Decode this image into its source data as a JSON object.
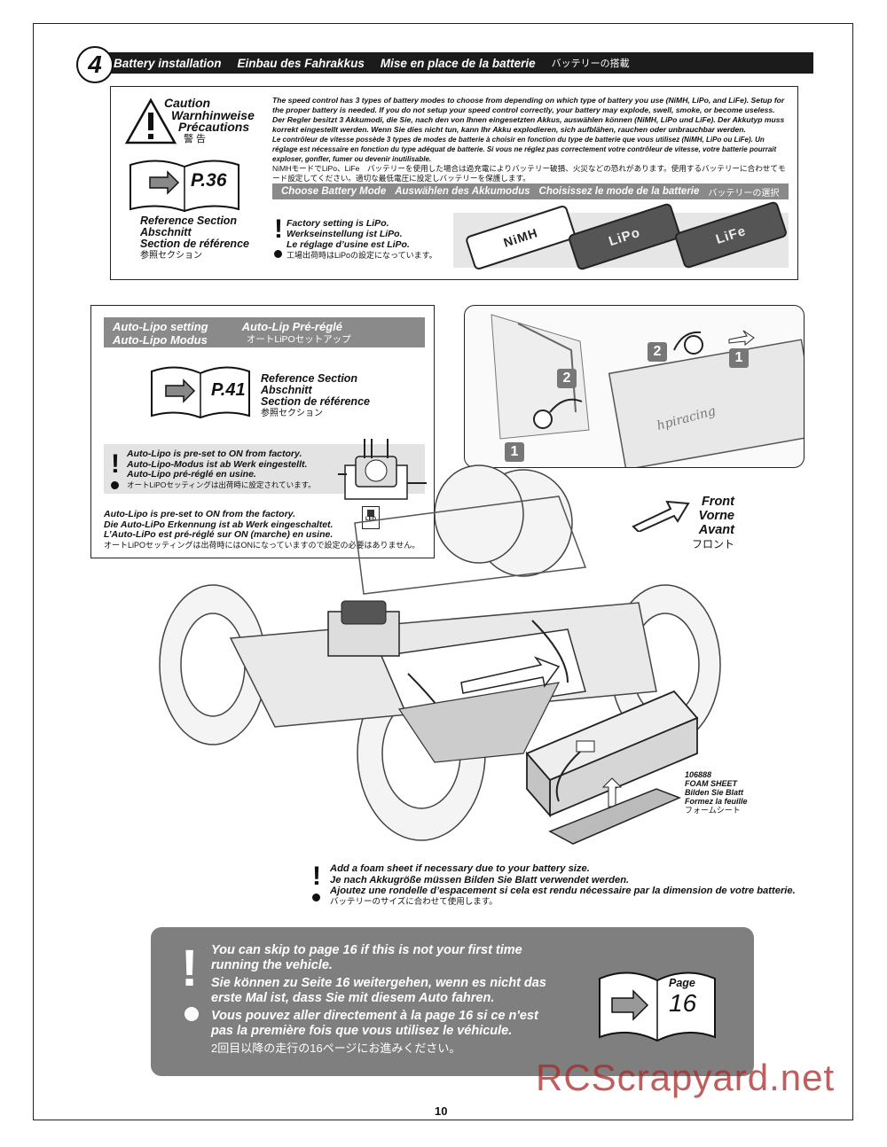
{
  "step": {
    "number": "4",
    "title_en": "Battery installation",
    "title_de": "Einbau des Fahrakkus",
    "title_fr": "Mise en place de la batterie",
    "title_jp": "バッテリーの搭載"
  },
  "caution": {
    "en": "Caution",
    "de": "Warnhinweise",
    "fr": "Précautions",
    "jp": "警 告"
  },
  "ref1": {
    "page": "P.36",
    "en": "Reference Section",
    "de": "Abschnitt",
    "fr": "Section de référence",
    "jp": "参照セクション"
  },
  "battery_text": {
    "en": "The speed control has 3 types of battery modes to choose from depending on which type of battery you use (NiMH, LiPo, and LiFe). Setup for the proper battery is needed. If you do not setup your speed control correctly, your battery may explode, swell, smoke, or become useless.",
    "de": "Der Regler besitzt 3 Akkumodi, die Sie, nach den von Ihnen eingesetzten Akkus, auswählen können (NiMH, LiPo und LiFe). Der Akkutyp muss korrekt eingestellt werden. Wenn Sie dies nicht tun, kann Ihr Akku explodieren, sich aufblähen, rauchen oder unbrauchbar werden.",
    "fr": "Le contrôleur de vitesse possède 3 types de modes de batterie à choisir en fonction du type de batterie que vous utilisez (NiMH, LiPo ou LiFe). Un réglage est nécessaire en fonction du type adéquat de batterie. Si vous ne réglez pas correctement votre contrôleur de vitesse, votre batterie pourrait exploser, gonfler, fumer ou devenir inutilisable.",
    "jp": "NiMHモードでLiPo、LiFe　バッテリーを使用した場合は過充電によりバッテリー破損、火災などの恐れがあります。使用するバッテリーに合わせてモード設定してください。適切な最低電圧に設定しバッテリーを保護します。"
  },
  "choose_mode": {
    "en": "Choose Battery Mode",
    "de": "Auswählen des Akkumodus",
    "fr": "Choisissez le mode de la batterie",
    "jp": "バッテリーの選択"
  },
  "factory": {
    "en": "Factory setting is LiPo.",
    "de": "Werkseinstellung ist LiPo.",
    "fr": "Le réglage d’usine est LiPo.",
    "jp": "工場出荷時はLiPoの設定になっています。"
  },
  "batteries": [
    "NiMH",
    "LiPo",
    "LiFe"
  ],
  "autolipo": {
    "title_en": "Auto-Lipo setting",
    "title_fr": "Auto-Lip Pré-réglé",
    "title_de": "Auto-Lipo Modus",
    "title_jp": "オートLiPOセットアップ",
    "ref_page": "P.41",
    "ref_en": "Reference Section",
    "ref_de": "Abschnitt",
    "ref_fr": "Section de référence",
    "ref_jp": "参照セクション",
    "note_en": "Auto-Lipo is pre-set to ON from factory.",
    "note_de": "Auto-Lipo-Modus ist ab Werk eingestellt.",
    "note_fr": "Auto-Lipo pré-réglé en usine.",
    "note_jp": "オートLiPOセッティングは出荷時に設定されています。",
    "desc_en": "Auto-Lipo is pre-set to ON from the factory.",
    "desc_de": "Die Auto-LiPo Erkennung ist ab Werk eingeschaltet.",
    "desc_fr": "L’Auto-LiPo est pré-réglé sur ON (marche) en usine.",
    "desc_jp": "オートLiPOセッティングは出荷時にはONになっていますので設定の必要はありません。",
    "led": "LED"
  },
  "front": {
    "en": "Front",
    "de": "Vorne",
    "fr": "Avant",
    "jp": "フロント"
  },
  "badges": [
    "1",
    "2",
    "2",
    "1"
  ],
  "foam": {
    "part": "106888",
    "en": "FOAM SHEET",
    "de": "Bilden Sie Blatt",
    "fr": "Formez la feuille",
    "jp": "フォームシート"
  },
  "foam_note": {
    "en": "Add a foam sheet if necessary due to your battery size.",
    "de": "Je nach Akkugröße müssen Bilden Sie Blatt verwendet werden.",
    "fr": "Ajoutez une rondelle d’espacement si cela est rendu nécessaire par la dimension de votre batterie.",
    "jp": "バッテリーのサイズに合わせて使用します。"
  },
  "skip": {
    "en1": "You can skip to page 16 if this is not your first time",
    "en2": "running the vehicle.",
    "de1": "Sie können zu Seite 16 weitergehen, wenn es nicht das",
    "de2": "erste Mal ist, dass Sie mit diesem Auto fahren.",
    "fr1": "Vous pouvez aller directement à la page 16 si ce n'est",
    "fr2": "pas la première fois que vous utilisez le véhicule.",
    "jp": "2回目以降の走行の16ページにお進みください。",
    "page_label": "Page",
    "page_num": "16"
  },
  "page_number": "10",
  "watermark": "RCScrapyard.net"
}
